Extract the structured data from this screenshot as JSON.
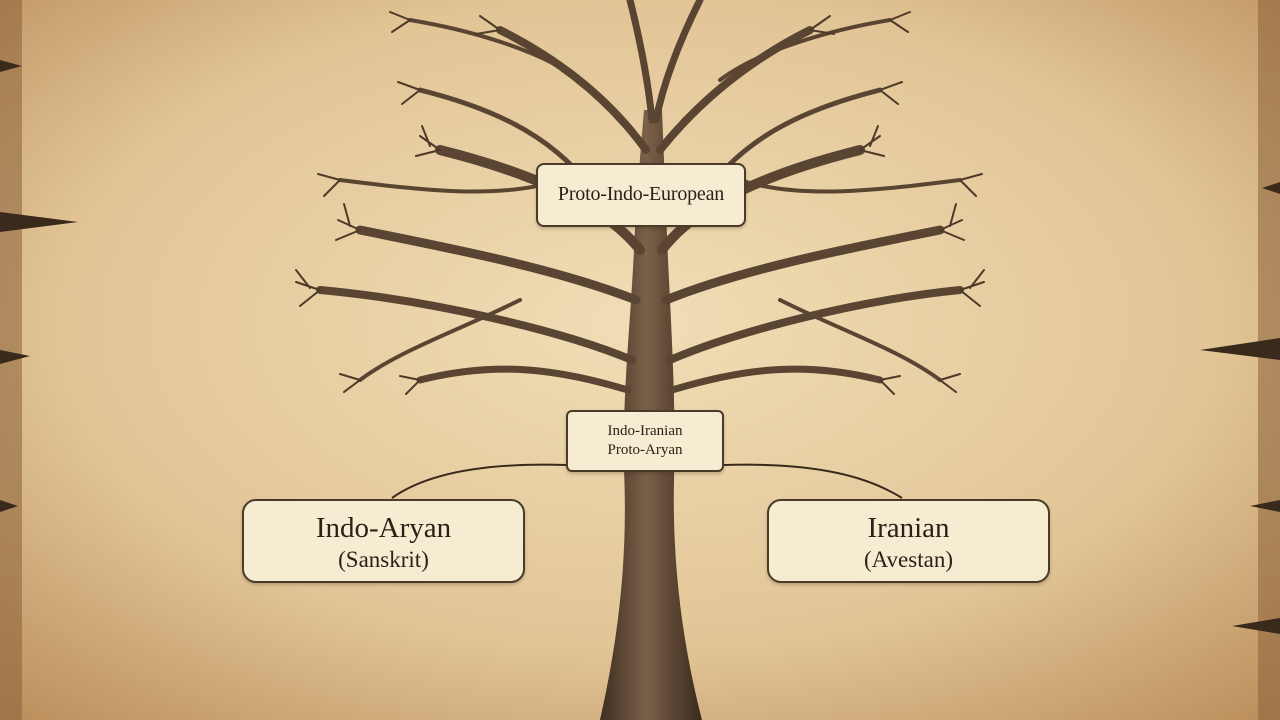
{
  "diagram": {
    "root": {
      "title": "Proto-Indo-European"
    },
    "branch": {
      "line1": "Indo-Iranian",
      "line2": "Proto-Aryan"
    },
    "leaves": [
      {
        "title": "Indo-Aryan",
        "subtitle": "(Sanskrit)"
      },
      {
        "title": "Iranian",
        "subtitle": "(Avestan)"
      }
    ]
  },
  "colors": {
    "parchment": "#e3c99b",
    "bark": "#5a4532",
    "ink": "#2b2118",
    "label_fill": "#f6ecd2"
  }
}
